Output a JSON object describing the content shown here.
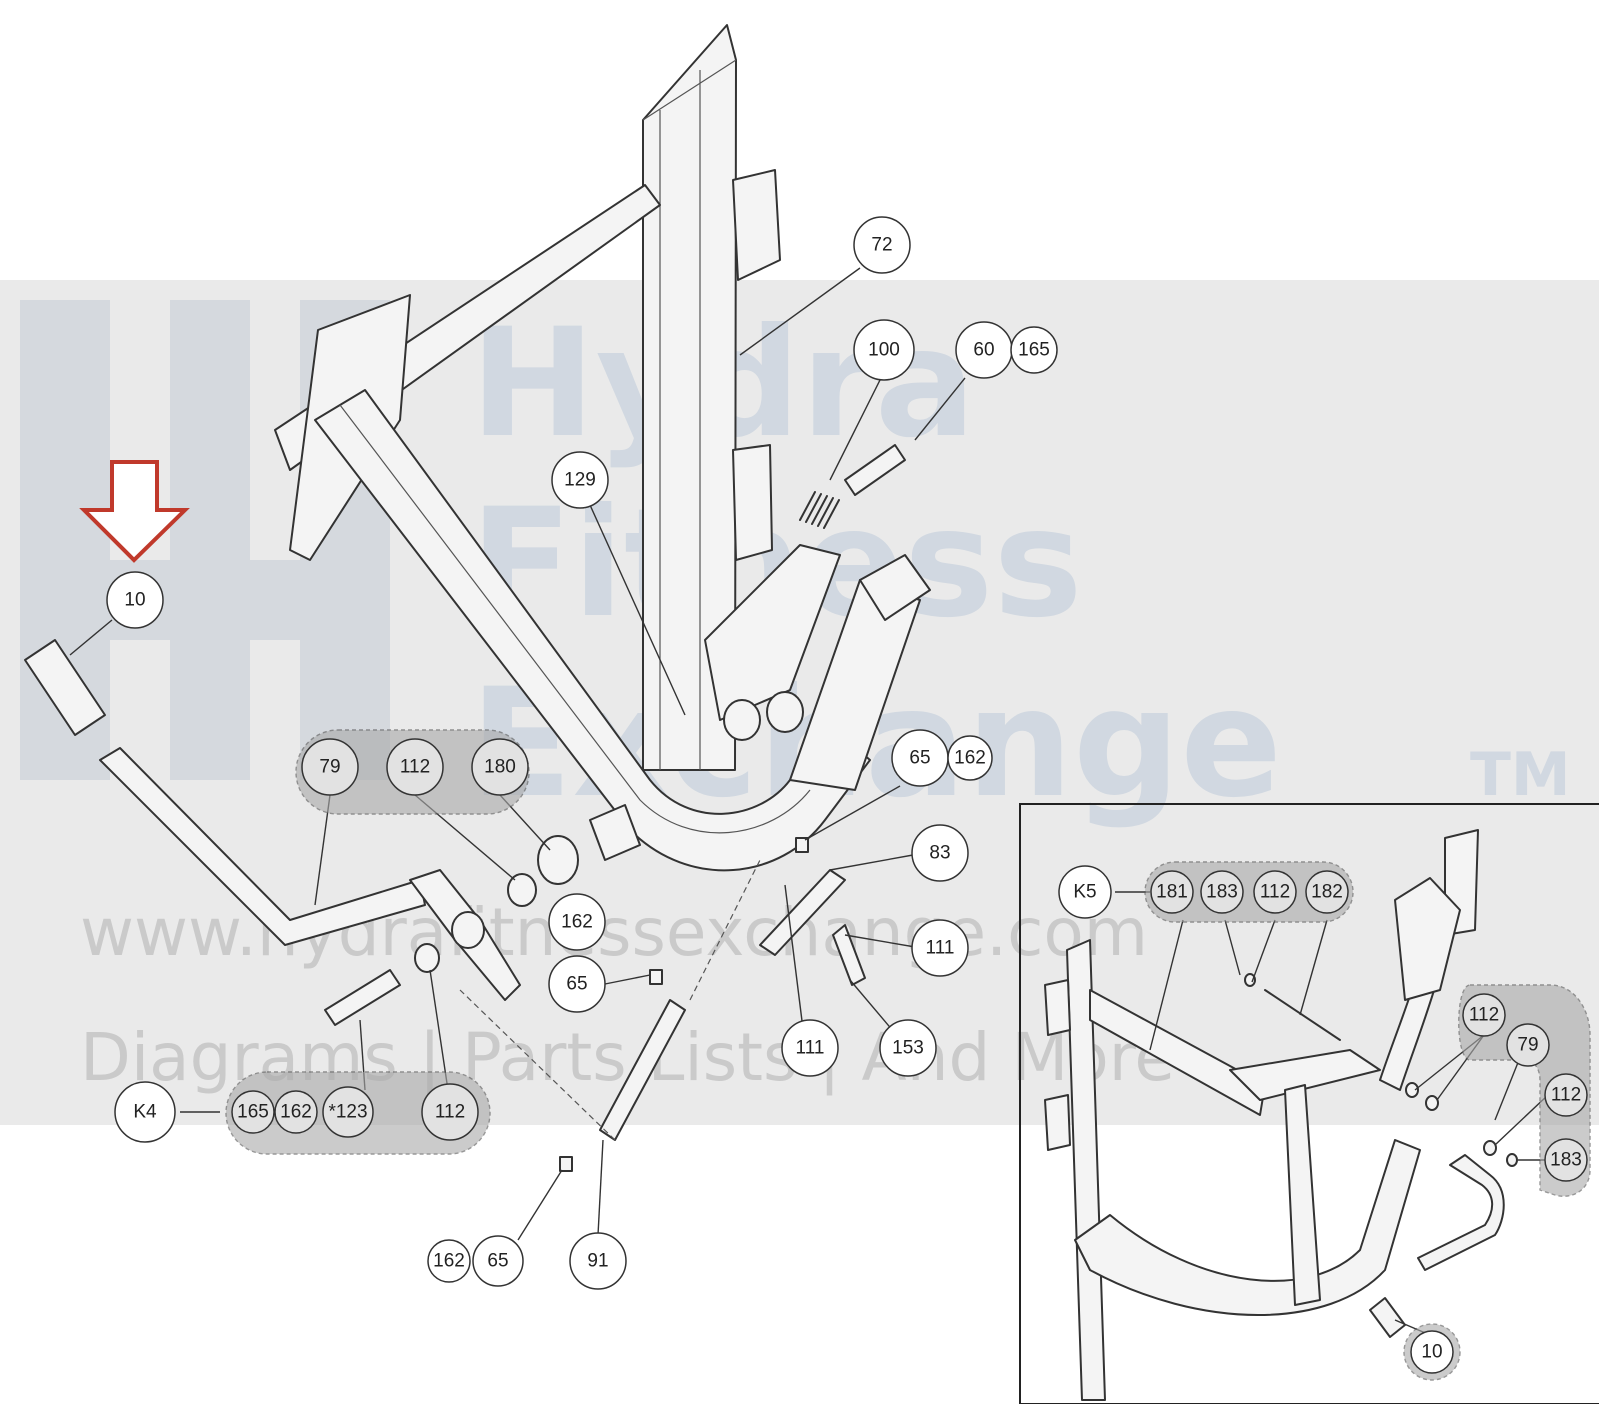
{
  "watermark": {
    "line1": "Hydra",
    "line2": "Fitness",
    "line3": "Exchange",
    "tm": "TM",
    "url": "www.hydrafitnessexchange.com",
    "tagline": "Diagrams | Parts Lists | And More"
  },
  "colors": {
    "highlight_arrow": "#c0392b",
    "watermark_band": "#d8d8d8",
    "watermark_text": "#c9d3de"
  },
  "callouts": {
    "c10": "10",
    "c72": "72",
    "c100": "100",
    "c60": "60",
    "c165a": "165",
    "c129": "129",
    "c79": "79",
    "c112a": "112",
    "c180": "180",
    "c65a": "65",
    "c162a": "162",
    "c83": "83",
    "c162b": "162",
    "c65b": "65",
    "c111a": "111",
    "c111b": "111",
    "c153": "153",
    "k4": "K4",
    "c165b": "165",
    "c162c": "162",
    "c123": "*123",
    "c112b": "112",
    "c162d": "162",
    "c65c": "65",
    "c91": "91"
  },
  "inset": {
    "k5": "K5",
    "c181": "181",
    "c183a": "183",
    "c112a": "112",
    "c182": "182",
    "c112b": "112",
    "c79": "79",
    "c112c": "112",
    "c183b": "183",
    "c10": "10"
  }
}
